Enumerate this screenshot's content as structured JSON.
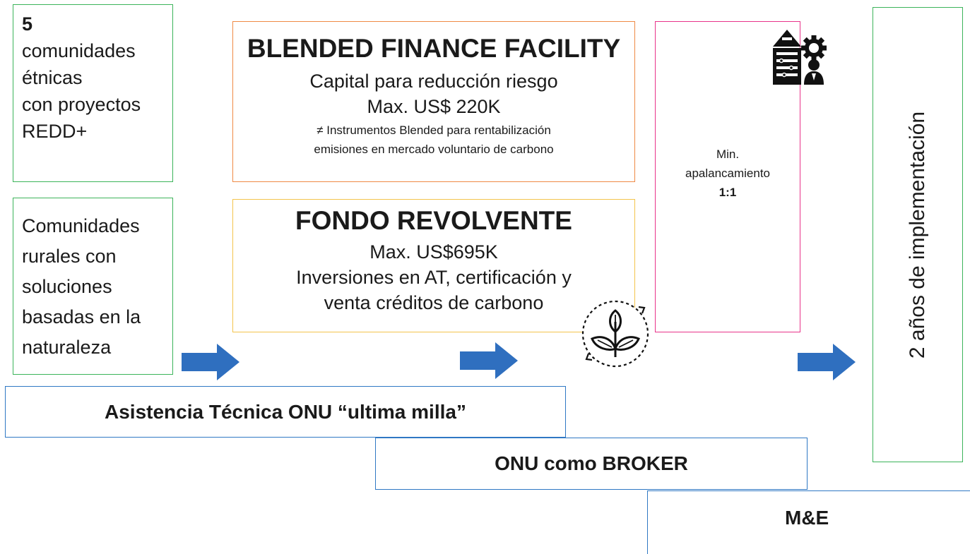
{
  "communities": {
    "ethnic": {
      "count": "5",
      "lines": [
        "comunidades",
        "étnicas",
        "con proyectos",
        "REDD+"
      ]
    },
    "rural": {
      "lines": [
        "Comunidades",
        "rurales con",
        "soluciones",
        "basadas en la",
        "naturaleza"
      ]
    }
  },
  "blended": {
    "title": "BLENDED FINANCE FACILITY",
    "line1": "Capital para reducción riesgo",
    "line2": "Max. US$ 220K",
    "note1": "≠ Instrumentos Blended para rentabilización",
    "note2": "emisiones en mercado voluntario de carbono"
  },
  "fondo": {
    "title": "FONDO REVOLVENTE",
    "line1": "Max. US$695K",
    "line2": "Inversiones en AT, certificación y",
    "line3": "venta créditos de carbono"
  },
  "leverage": {
    "line1": "Min.",
    "line2": "apalancamiento",
    "ratio": "1:1"
  },
  "duration": "2 años de implementación",
  "bars": {
    "asistencia": "Asistencia Técnica ONU “ultima milla”",
    "broker": "ONU como BROKER",
    "monitoring": "M&E"
  },
  "colors": {
    "arrow": "#2f6fbf",
    "green": "#3cb45a",
    "orange": "#ef8a45",
    "yellow": "#f3c44c",
    "pink": "#e8338a",
    "blue_border": "#2f78c4"
  },
  "icons": [
    "office-building-gear-icon",
    "plant-cycle-icon",
    "right-arrow-icon"
  ]
}
